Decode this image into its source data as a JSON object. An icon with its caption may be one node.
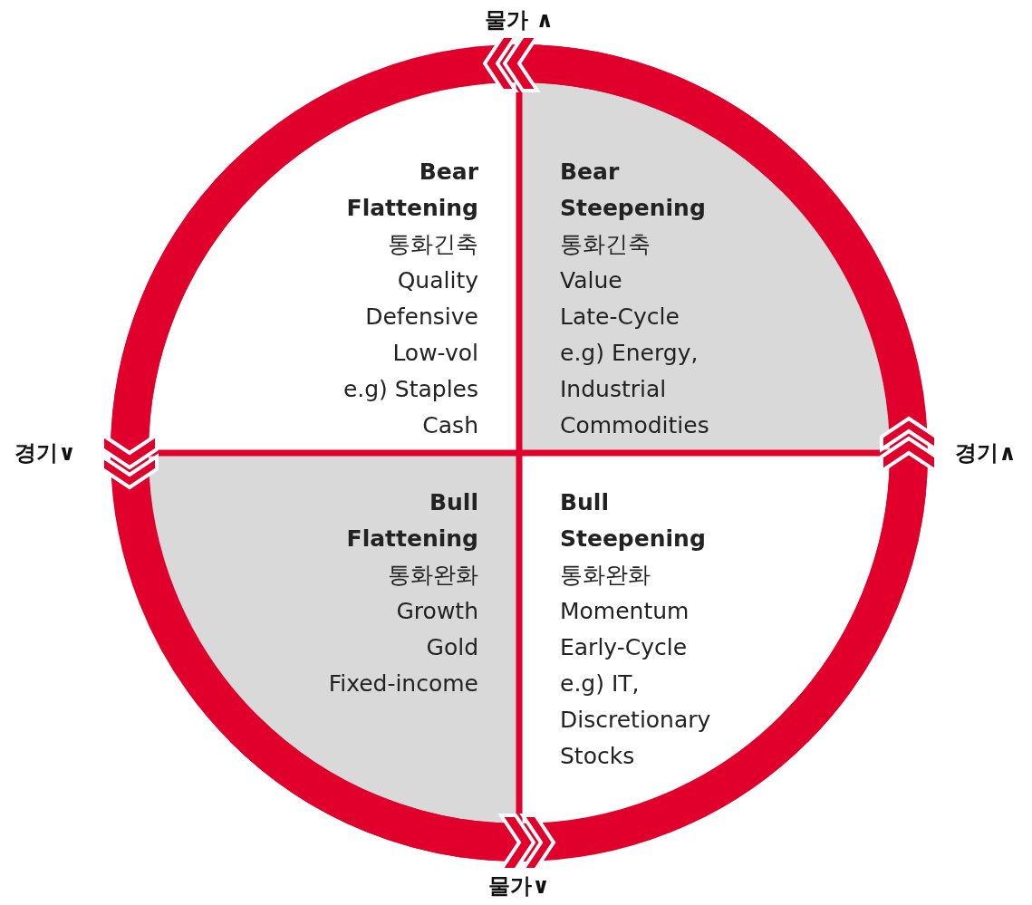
{
  "diagram": {
    "nodes": [
      {
        "text": [
          "Bear Flattening",
          "통화긴축",
          "Quality",
          "Defensive",
          "Low-vol",
          "e.g) Staples",
          "Cash"
        ]
      },
      {
        "text": [
          "Bear Steepening",
          "통화긴축",
          "Value",
          "Late-Cycle",
          "e.g) Energy, Industrial",
          "Commodities"
        ]
      },
      {
        "text": [
          "Bull Flattening",
          "통화완화",
          "Growth",
          "Gold",
          "Fixed-income"
        ]
      },
      {
        "text": [
          "Bull Steepening",
          "통화완화",
          "Momentum",
          "Early-Cycle",
          "e.g) IT, Discretionary",
          "Stocks"
        ]
      }
    ],
    "edges": [
      {
        "from": 3,
        "to": 1,
        "arrow": "to"
      },
      {
        "from": 1,
        "to": 0,
        "arrow": "to"
      },
      {
        "from": 0,
        "to": 2,
        "arrow": "to"
      },
      {
        "from": 2,
        "to": 3,
        "arrow": "to"
      }
    ],
    "labels": [
      "물가 ∧",
      "경기∨",
      "경기∧",
      "물가∨"
    ]
  }
}
